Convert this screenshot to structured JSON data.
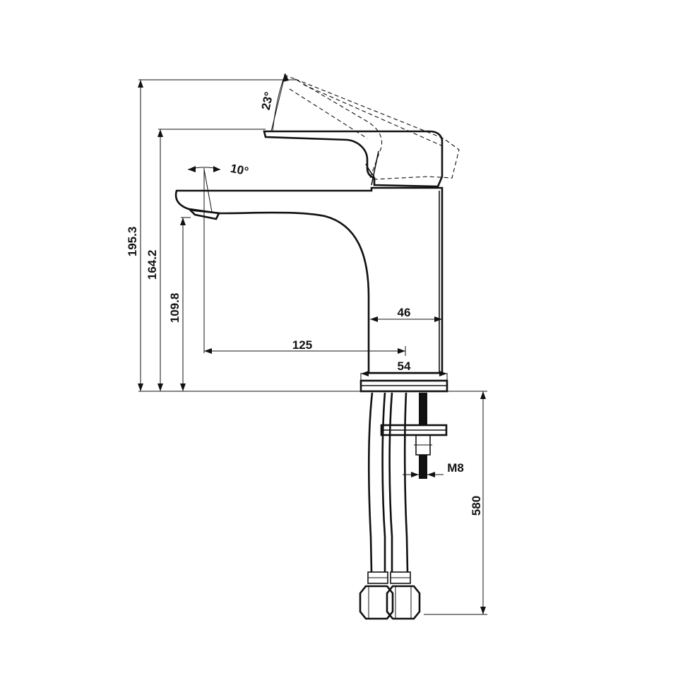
{
  "dimensions": {
    "overall_height": "195.3",
    "lever_height": "164.2",
    "spout_height": "109.8",
    "spout_reach": "125",
    "body_width": "46",
    "base_width": "54",
    "hose_length": "580",
    "thread": "M8",
    "lever_angle": "23°",
    "spout_angle": "10°"
  },
  "colors": {
    "line": "#111111",
    "background": "#ffffff"
  }
}
